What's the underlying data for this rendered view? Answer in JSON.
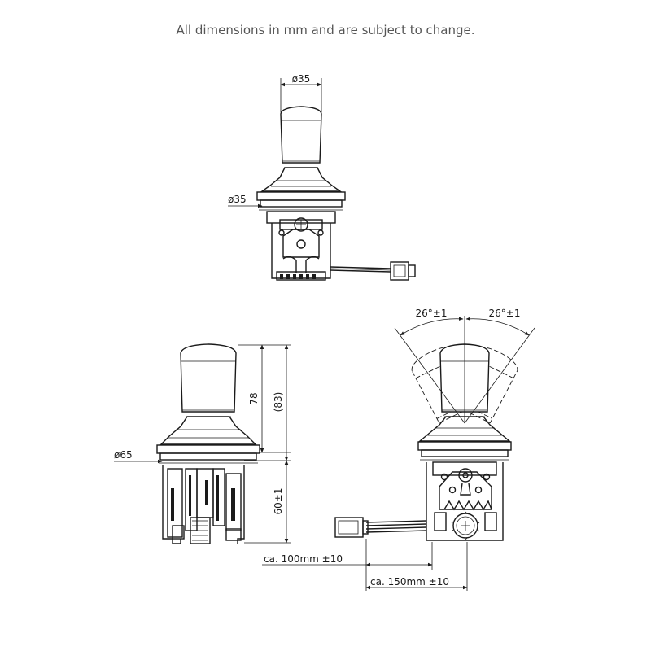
{
  "header": {
    "note": "All dimensions in mm and are subject to change."
  },
  "dimensions": {
    "top_knob_diameter": "ø35",
    "top_boot_diameter": "ø35",
    "side_base_diameter": "ø65",
    "handle_height": "78",
    "total_height": "(83)",
    "body_depth": "60±1",
    "deflection_left": "26°±1",
    "deflection_right": "26°±1",
    "cable_100": "ca. 100mm ±10",
    "cable_150": "ca. 150mm ±10"
  }
}
